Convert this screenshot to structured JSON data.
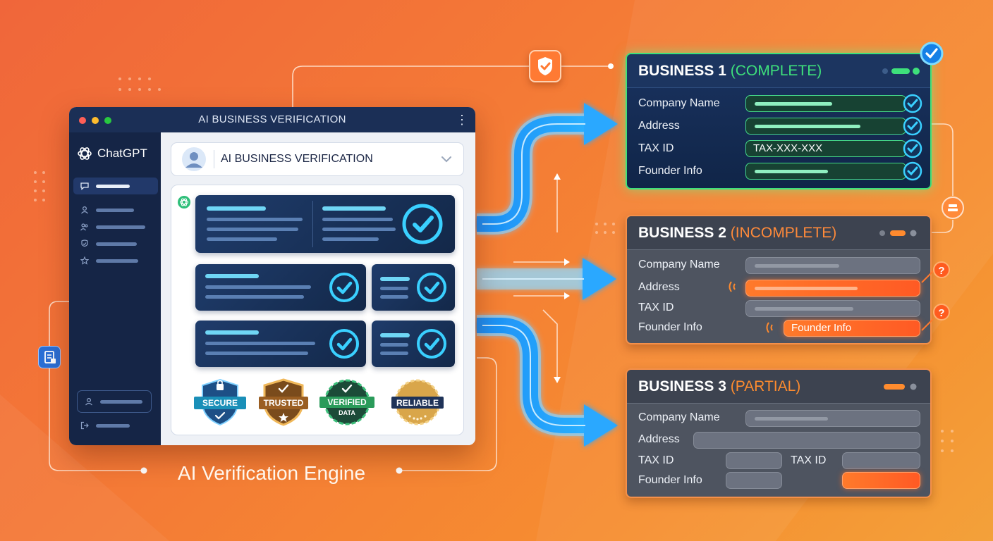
{
  "colors": {
    "background": "#f47a36",
    "window_bar": "#1b2f56",
    "sidebar": "#152546",
    "complete": "#3ee07b",
    "incomplete": "#ff7a2b",
    "partial": "#ff8c2e",
    "flow_arrow": "#1ea0ff"
  },
  "window": {
    "title": "AI BUSINESS VERIFICATION"
  },
  "sidebar": {
    "brand": "ChatGPT",
    "brand_icon": "openai-logo-icon",
    "items": [
      {
        "icon": "chat-icon",
        "active": true
      },
      {
        "icon": "user-icon"
      },
      {
        "icon": "users-icon"
      },
      {
        "icon": "badge-icon"
      },
      {
        "icon": "star-icon"
      }
    ],
    "footer": [
      {
        "icon": "account-icon"
      },
      {
        "icon": "logout-icon"
      }
    ]
  },
  "main": {
    "selector_label": "AI BUSINESS VERIFICATION",
    "selector_icon": "avatar-icon",
    "selector_caret": "chevron-down-icon"
  },
  "badges": [
    "SECURE",
    "TRUSTED",
    "VERIFIED",
    "DATA",
    "RELIABLE"
  ],
  "engine_label": "AI Verification Engine",
  "businesses": [
    {
      "name": "BUSINESS 1",
      "status": "(COMPLETE)",
      "fields": [
        "Company Name",
        "Address",
        "TAX ID",
        "Founder Info"
      ],
      "tax_value": "TAX-XXX-XXX"
    },
    {
      "name": "BUSINESS 2",
      "status": "(INCOMPLETE)",
      "fields": [
        "Company Name",
        "Address",
        "TAX ID",
        "Founder Info"
      ],
      "founder_value": "Founder Info",
      "question_marks": [
        "?",
        "?"
      ]
    },
    {
      "name": "BUSINESS 3",
      "status": "(PARTIAL)",
      "fields": [
        "Company Name",
        "Address",
        "TAX ID",
        "Founder Info"
      ],
      "tax_second_label": "TAX ID"
    }
  ]
}
